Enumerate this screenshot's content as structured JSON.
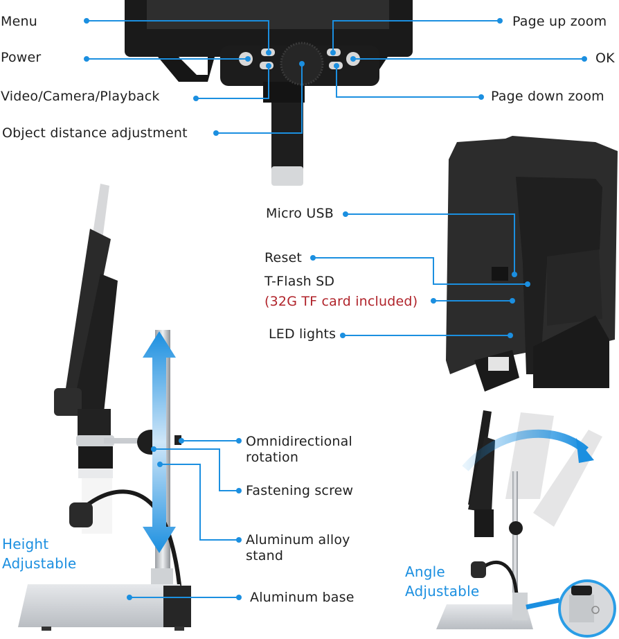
{
  "accent_color": "#1b8fe0",
  "highlight_color": "#b0232a",
  "front_panel": {
    "labels": {
      "menu": "Menu",
      "power": "Power",
      "mode": "Video/Camera/Playback",
      "focus": "Object distance adjustment",
      "zoom_up": "Page up zoom",
      "ok": "OK",
      "zoom_down": "Page down zoom"
    }
  },
  "back_panel": {
    "labels": {
      "usb": "Micro USB",
      "reset": "Reset",
      "sd": "T-Flash SD",
      "sd_note": "(32G TF card included)",
      "led": "LED lights"
    }
  },
  "stand": {
    "labels": {
      "rotation_1": "Omnidirectional",
      "rotation_2": "rotation",
      "screw": "Fastening screw",
      "stand_1": "Aluminum alloy",
      "stand_2": "stand",
      "base": "Aluminum base"
    },
    "feature_1": "Height",
    "feature_2": "Adjustable"
  },
  "tilt": {
    "feature_1": "Angle",
    "feature_2": "Adjustable"
  }
}
